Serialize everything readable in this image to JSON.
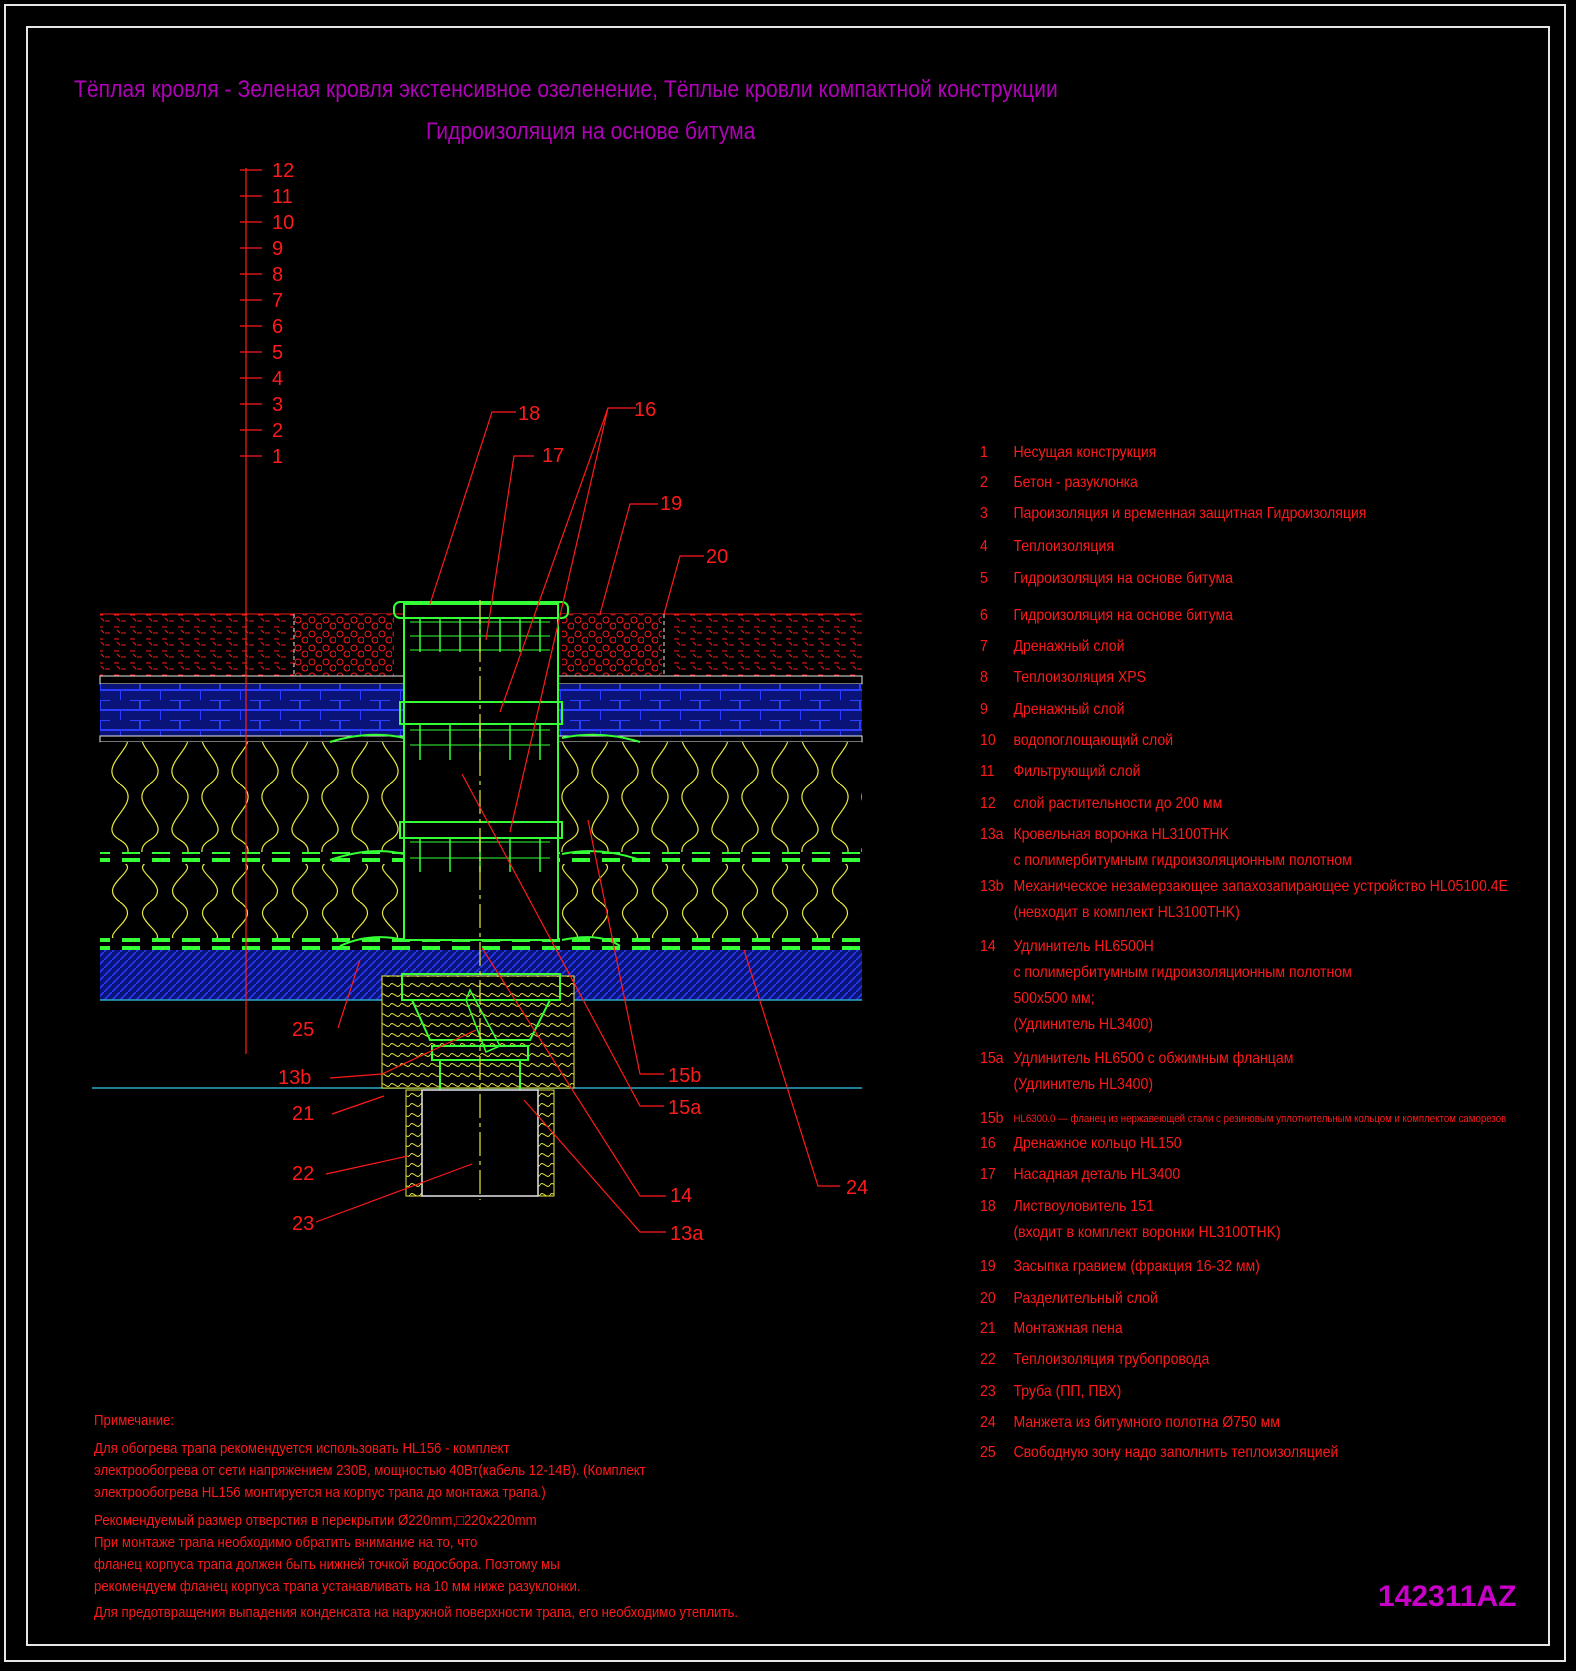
{
  "title_line1": "Тёплая кровля - Зеленая кровля экстенсивное озеленение, Тёплые кровли компактной конструкции",
  "title_line2": "Гидроизоляция на основе битума",
  "drawing_code": "142311AZ",
  "layer_ticks": [
    "12",
    "11",
    "10",
    "9",
    "8",
    "7",
    "6",
    "5",
    "4",
    "3",
    "2",
    "1"
  ],
  "callouts": [
    "18",
    "16",
    "17",
    "19",
    "20",
    "25",
    "13b",
    "21",
    "22",
    "23",
    "15b",
    "15a",
    "14",
    "13a",
    "24"
  ],
  "legend": [
    {
      "num": "1",
      "lines": [
        "Несущая конструкция"
      ]
    },
    {
      "num": "2",
      "lines": [
        "Бетон - разуклонка"
      ]
    },
    {
      "num": "3",
      "lines": [
        "Пароизоляция и временная защитная Гидроизоляция"
      ]
    },
    {
      "num": "4",
      "lines": [
        "Теплоизоляция"
      ]
    },
    {
      "num": "5",
      "lines": [
        "Гидроизоляция на основе битума"
      ]
    },
    {
      "num": "6",
      "lines": [
        "Гидроизоляция на основе битума"
      ]
    },
    {
      "num": "7",
      "lines": [
        "Дренажный слой"
      ]
    },
    {
      "num": "8",
      "lines": [
        "Теплоизоляция XPS"
      ]
    },
    {
      "num": "9",
      "lines": [
        "Дренажный слой"
      ]
    },
    {
      "num": "10",
      "lines": [
        "водопоглощающий слой"
      ]
    },
    {
      "num": "11",
      "lines": [
        "Фильтрующий слой"
      ]
    },
    {
      "num": "12",
      "lines": [
        "слой растительности до 200 мм"
      ]
    },
    {
      "num": "13a",
      "lines": [
        "Кровельная воронка HL3100THK",
        "с полимербитумным гидроизоляционным полотном"
      ]
    },
    {
      "num": "13b",
      "lines": [
        "Механическое незамерзающее запахозапирающее устройство HL05100.4E",
        "(невходит в комплект HL3100THK)"
      ]
    },
    {
      "num": "14",
      "lines": [
        "Удлинитель HL6500H",
        " с полимербитумным гидроизоляционным полотном",
        "500x500 мм;",
        "(Удлинитель HL3400)"
      ]
    },
    {
      "num": "15a",
      "lines": [
        "Удлинитель HL6500 с обжимным фланцам",
        "(Удлинитель HL3400)"
      ]
    },
    {
      "num": "15b",
      "lines": [
        "HL6300.0 — фланец из нержавеющей стали с резиновым уплотнительным кольцом и комплектом саморезов"
      ]
    },
    {
      "num": "16",
      "lines": [
        "Дренажное кольцо HL150"
      ]
    },
    {
      "num": "17",
      "lines": [
        "Насадная деталь HL3400"
      ]
    },
    {
      "num": "18",
      "lines": [
        "Листвоуловитель 151",
        "(входит в комплект воронки HL3100THK)"
      ]
    },
    {
      "num": "19",
      "lines": [
        "Засыпка гравием (фракция 16-32 мм)"
      ]
    },
    {
      "num": "20",
      "lines": [
        "Разделительный слой"
      ]
    },
    {
      "num": "21",
      "lines": [
        "Монтажная пена"
      ]
    },
    {
      "num": "22",
      "lines": [
        "Теплоизоляция трубопровода"
      ]
    },
    {
      "num": "23",
      "lines": [
        "Труба (ПП, ПВХ)"
      ]
    },
    {
      "num": "24",
      "lines": [
        "Манжета из битумного полотна Ø750 мм"
      ]
    },
    {
      "num": "25",
      "lines": [
        " Свободную зону надо заполнить теплоизоляцией"
      ]
    }
  ],
  "notes": {
    "heading": "Примечание:",
    "p1": [
      "Для обогрева трапа рекомендуется использовать HL156 - комплект",
      "электрообогрева от сети напряжением 230В, мощностью 40Вт(кабель 12-14В). (Комплект",
      "электрообогрева HL156 монтируется на корпус трапа до монтажа трапа.)"
    ],
    "p2": [
      "Рекомендуемый размер отверстия в перекрытии Ø220mm,□220x220mm",
      "При монтаже трапа необходимо обратить внимание на то, что",
      "фланец корпуса трапа должен быть нижней точкой водосбора. Поэтому мы",
      "рекомендуем фланец корпуса трапа устанавливать на 10 мм ниже разуклонки."
    ],
    "p3": [
      "Для предотвращения выпадения конденсата на наружной поверхности трапа, его необходимо утеплить."
    ]
  },
  "colors": {
    "red": "#ff1a1a",
    "magenta": "#b000b8",
    "green": "#35ff35",
    "yellow": "#e8e840",
    "blue": "#2a3cff",
    "navy": "#0a1478",
    "cyan": "#2aa8c8"
  }
}
